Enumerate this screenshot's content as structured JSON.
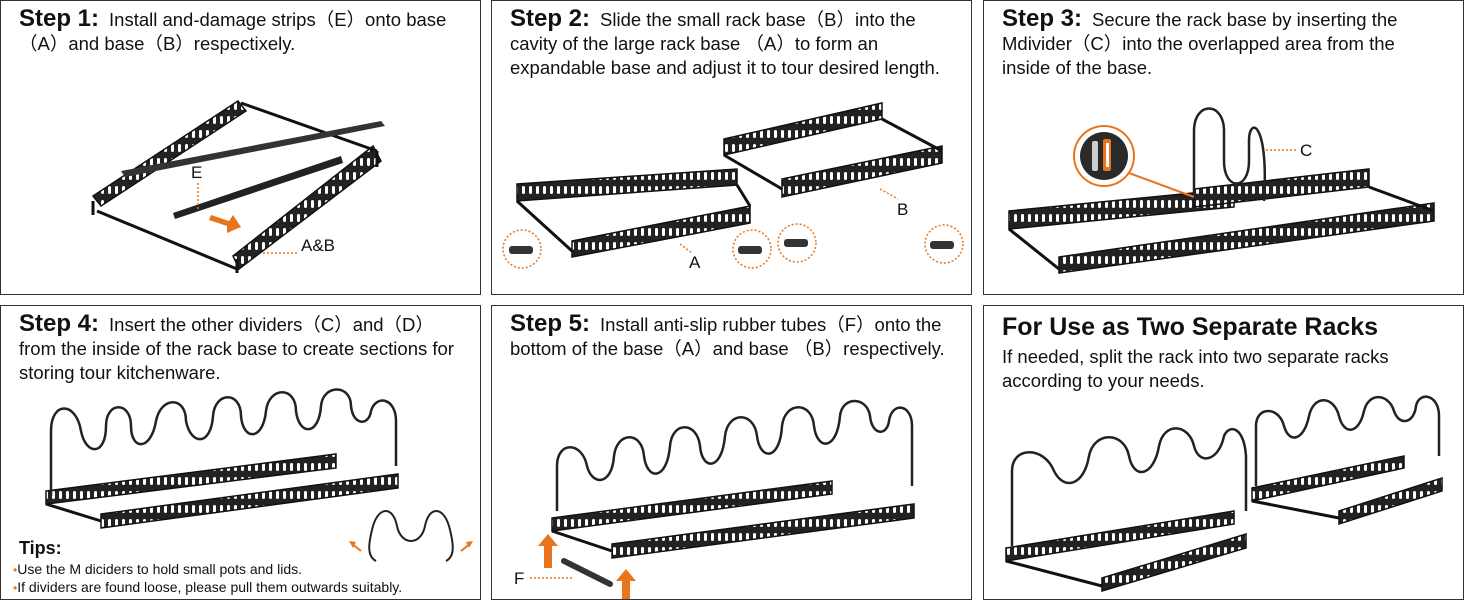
{
  "colors": {
    "accent": "#e8741c",
    "frame": "#1e1e1e",
    "border": "#333333"
  },
  "step1": {
    "heading": "Step 1:",
    "body": "Install and-damage strips（E）onto base（A）and base（B）respectixely.",
    "label_e": "E",
    "label_ab": "A&B"
  },
  "step2": {
    "heading": "Step 2:",
    "body": "Slide the small rack base（B）into the cavity of the large rack base （A）to form an expandable base and adjust it to tour desired length.",
    "label_a": "A",
    "label_b": "B"
  },
  "step3": {
    "heading": "Step 3:",
    "body": "Secure the rack base by inserting the Mdivider（C）into the overlapped area from the inside of the base.",
    "label_c": "C"
  },
  "step4": {
    "heading": "Step 4:",
    "body": "Insert the other dividers（C）and（D）from the inside of the rack base to create sections for storing tour kitchenware.",
    "tips_title": "Tips:",
    "tips": [
      "Use the M diciders to hold small pots and lids.",
      "If dividers are found loose, please pull them outwards suitably."
    ]
  },
  "step5": {
    "heading": "Step 5:",
    "body": "Install anti-slip rubber tubes（F）onto the bottom of the base（A）and base （B）respectively.",
    "label_f": "F"
  },
  "separate": {
    "title": "For Use as Two Separate Racks",
    "body": "If needed, split the rack into two separate racks according to your needs."
  }
}
